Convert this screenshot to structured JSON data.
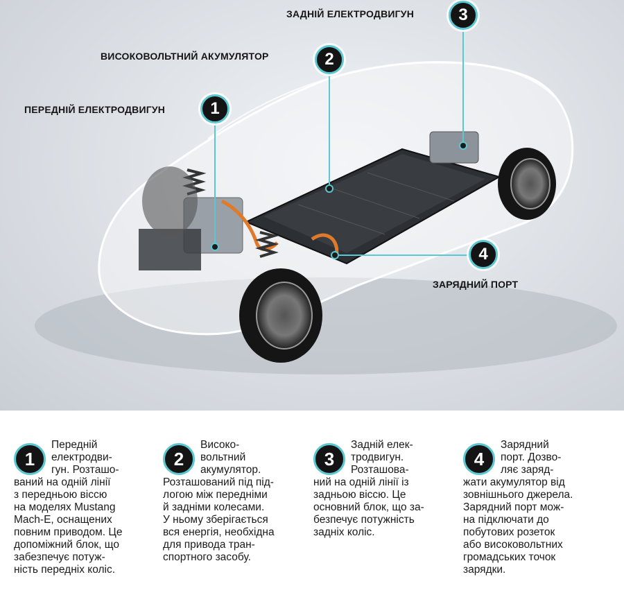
{
  "callouts": [
    {
      "number": "1",
      "label": "ПЕРЕДНІЙ ЕЛЕКТРОДВИГУН"
    },
    {
      "number": "2",
      "label": "ВИСОКОВОЛЬТНИЙ АКУМУЛЯТОР"
    },
    {
      "number": "3",
      "label": "ЗАДНІЙ ЕЛЕКТРОДВИГУН"
    },
    {
      "number": "4",
      "label": "ЗАРЯДНИЙ ПОРТ"
    }
  ],
  "descriptions": [
    {
      "number": "1",
      "text": "Передній\nелектродви-\nгун. Розташо-\nваний на одній лінії\nз передньою віссю\nна моделях Mustang\nMach-E, оснащених\nповним приводом. Це\nдопоміжний блок, що\nзабезпечує потуж-\nність передніх коліс."
    },
    {
      "number": "2",
      "text": "Високо-\nвольтний\nакумулятор.\nРозташований під під-\nлогою між передніми\nй задніми колесами.\nУ ньому зберігається\nвся енергія, необхідна\nдля привода тран-\nспортного засобу."
    },
    {
      "number": "3",
      "text": "Задній елек-\nтродвигун.\nРозташова-\nний на одній лінії із\nзадньою віссю. Це\nосновний блок, що за-\nбезпечує потужність\nзадніх коліс."
    },
    {
      "number": "4",
      "text": "Зарядний\nпорт. Дозво-\nляє заряд-\nжати акумулятор від\nзовнішнього джерела.\nЗарядний порт мож-\nна підключати до\nпобутових розеток\nабо високовольтних\nгромадських точок\nзарядки."
    }
  ],
  "colors": {
    "accent": "#5cc7d0",
    "badge": "#141414",
    "charge_lines": "#e07a2a"
  }
}
